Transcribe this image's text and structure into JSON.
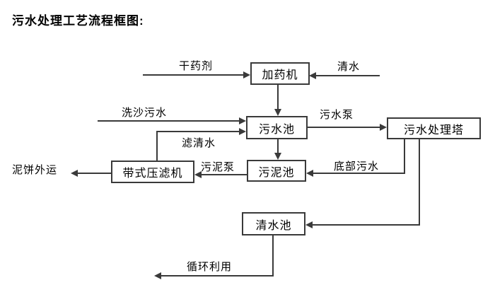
{
  "title": "污水处理工艺流程框图:",
  "diagram": {
    "nodes": [
      {
        "id": "dosing-machine",
        "label": "加药机"
      },
      {
        "id": "sewage-pool",
        "label": "污水池"
      },
      {
        "id": "sewage-treatment-tower",
        "label": "污水处理塔"
      },
      {
        "id": "sludge-pool",
        "label": "污泥池"
      },
      {
        "id": "belt-filter-press",
        "label": "带式压滤机"
      },
      {
        "id": "clean-water-pool",
        "label": "清水池"
      }
    ],
    "edge_labels": [
      {
        "id": "dry-chemical",
        "label": "干药剂"
      },
      {
        "id": "clean-water",
        "label": "清水"
      },
      {
        "id": "sand-washing-sewage",
        "label": "洗沙污水"
      },
      {
        "id": "sewage-pump",
        "label": "污水泵"
      },
      {
        "id": "filtered-clean-water",
        "label": "滤清水"
      },
      {
        "id": "sludge-pump",
        "label": "污泥泵"
      },
      {
        "id": "bottom-sewage",
        "label": "底部污水"
      },
      {
        "id": "mud-cake-transport",
        "label": "泥饼外运"
      },
      {
        "id": "recycling",
        "label": "循环利用"
      }
    ],
    "edges": [
      {
        "from": "干药剂(外部)",
        "to": "加药机",
        "label": "干药剂"
      },
      {
        "from": "清水(外部)",
        "to": "加药机",
        "label": "清水"
      },
      {
        "from": "加药机",
        "to": "污水池",
        "label": ""
      },
      {
        "from": "洗沙污水(外部)",
        "to": "污水池",
        "label": "洗沙污水"
      },
      {
        "from": "带式压滤机",
        "to": "污水池",
        "label": "滤清水"
      },
      {
        "from": "污水池",
        "to": "污水处理塔",
        "label": "污水泵"
      },
      {
        "from": "污水池",
        "to": "污泥池",
        "label": ""
      },
      {
        "from": "污水处理塔",
        "to": "污泥池",
        "label": "底部污水"
      },
      {
        "from": "污水处理塔",
        "to": "清水池",
        "label": ""
      },
      {
        "from": "污泥池",
        "to": "带式压滤机",
        "label": "污泥泵"
      },
      {
        "from": "带式压滤机",
        "to": "泥饼外运(外部)",
        "label": "泥饼外运"
      },
      {
        "from": "清水池",
        "to": "循环利用(外部)",
        "label": "循环利用"
      }
    ],
    "colors": {
      "background": "#ffffff",
      "line": "#3a3a3a",
      "box_border": "#3a3a3a",
      "text": "#000000"
    }
  }
}
